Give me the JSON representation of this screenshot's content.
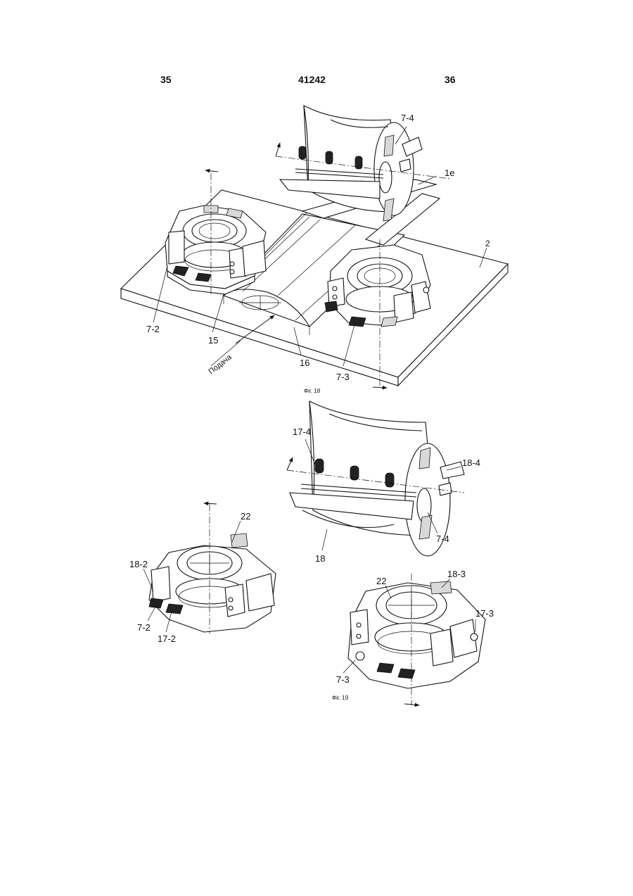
{
  "header": {
    "page_left": "35",
    "document_number": "41242",
    "page_right": "36"
  },
  "figure18": {
    "caption": "Фіг. 18",
    "labels": {
      "l74": "7-4",
      "l1e": "1e",
      "l2": "2",
      "l72": "7-2",
      "l15": "15",
      "l16": "16",
      "l73": "7-3",
      "feed": "Подача"
    }
  },
  "figure19": {
    "caption": "Фіг. 19",
    "labels": {
      "l174": "17-4",
      "l184": "18-4",
      "l74": "7-4",
      "l18": "18",
      "l22a": "22",
      "l182": "18-2",
      "l72": "7-2",
      "l172": "17-2",
      "l22b": "22",
      "l183": "18-3",
      "l173": "17-3",
      "l73": "7-3"
    }
  }
}
